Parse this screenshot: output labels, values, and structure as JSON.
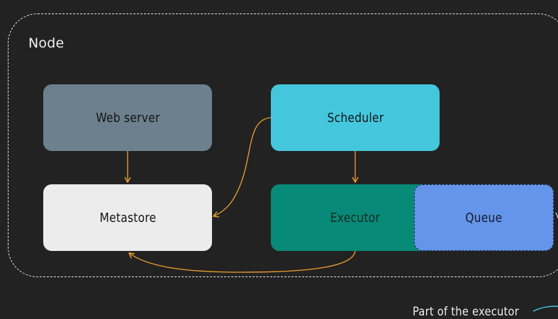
{
  "diagram": {
    "group_label": "Node",
    "nodes": [
      {
        "id": "web_server",
        "label": "Web server"
      },
      {
        "id": "scheduler",
        "label": "Scheduler"
      },
      {
        "id": "metastore",
        "label": "Metastore"
      },
      {
        "id": "executor",
        "label": "Executor"
      },
      {
        "id": "queue",
        "label": "Queue"
      }
    ],
    "edges": [
      {
        "from": "web_server",
        "to": "metastore"
      },
      {
        "from": "scheduler",
        "to": "executor"
      },
      {
        "from": "scheduler",
        "to": "metastore"
      },
      {
        "from": "executor",
        "to": "metastore"
      }
    ],
    "legend_text": "Part of the executor",
    "colors": {
      "background": "#222222",
      "frame": "#e6e6e6",
      "arrow": "#f0a030",
      "web_server": "#6c808d",
      "scheduler": "#44c7dd",
      "metastore": "#ececec",
      "executor": "#078a78",
      "queue": "#6495ea",
      "legend_line": "#44c7dd"
    }
  }
}
